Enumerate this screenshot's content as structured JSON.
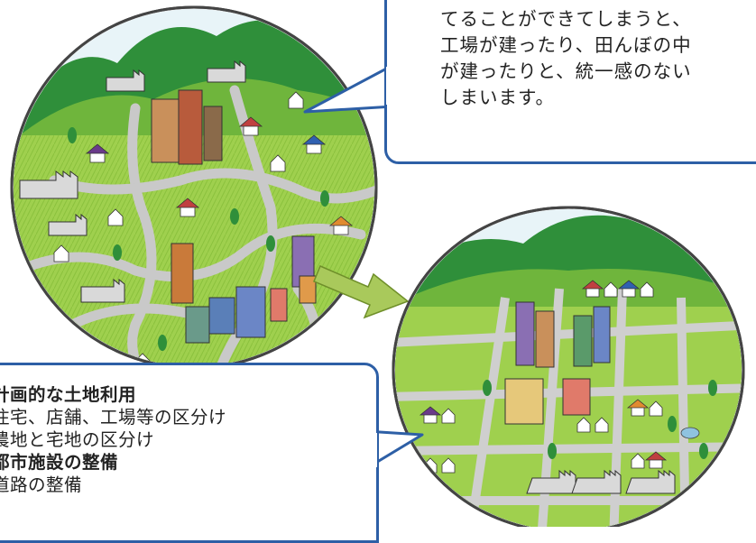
{
  "callout_top": {
    "lines": [
      "てることができてしまうと、",
      "工場が建ったり、田んぼの中",
      "が建ったりと、統一感のない",
      "しまいます。"
    ]
  },
  "callout_bottom": {
    "heading1": "計画的な土地利用",
    "item1": "住宅、店舗、工場等の区分け",
    "item2": "農地と宅地の区分け",
    "heading2": "都市施設の整備",
    "item3": "道路の整備"
  },
  "colors": {
    "callout_border": "#2d5fa6",
    "hill_dark": "#2f8f3a",
    "ground_green": "#9fd04e",
    "road": "#c8c8c8",
    "arrow": "#a9c95b"
  },
  "icons": [
    "unplanned-town-illustration",
    "planned-town-illustration",
    "transition-arrow-icon"
  ]
}
